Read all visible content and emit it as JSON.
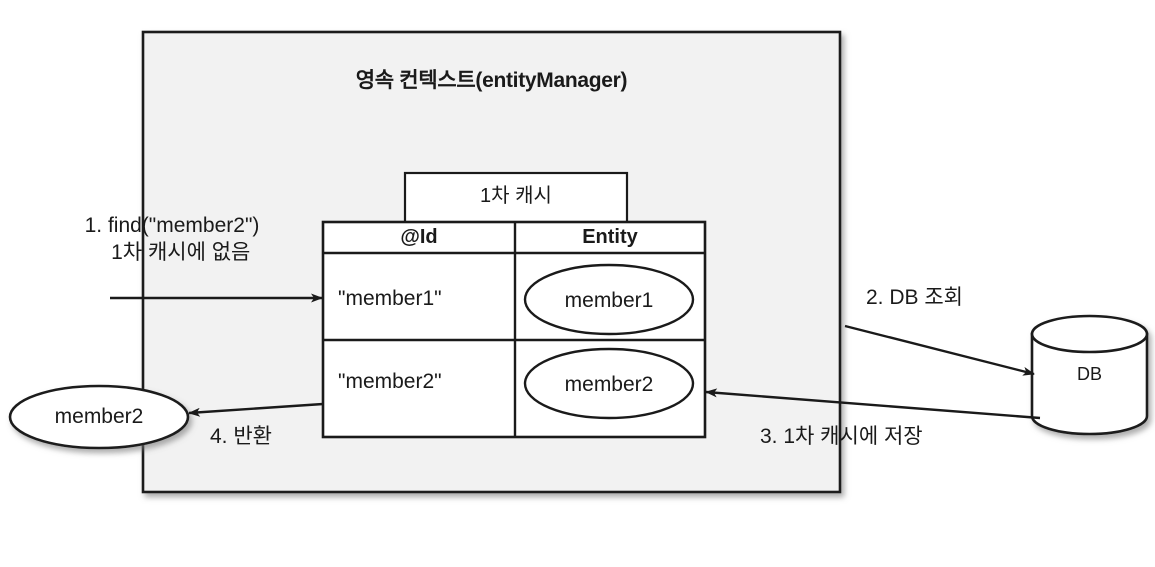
{
  "diagram": {
    "title": "영속 컨텍스트(entityManager)",
    "cache_tab": {
      "label": "1차 캐시"
    },
    "table": {
      "columns": [
        "@Id",
        "Entity"
      ],
      "rows": [
        {
          "id": "\"member1\"",
          "entity": "member1"
        },
        {
          "id": "\"member2\"",
          "entity": "member2"
        }
      ]
    },
    "database": {
      "label": "DB"
    },
    "returned_entity": {
      "label": "member2"
    },
    "steps": [
      {
        "number": "1",
        "text": "1. find(\"member2\")\n   1차 캐시에 없음"
      },
      {
        "number": "2",
        "text": "2. DB 조회"
      },
      {
        "number": "3",
        "text": "3. 1차 캐시에 저장"
      },
      {
        "number": "4",
        "text": "4. 반환"
      }
    ],
    "colors": {
      "context_fill": "#f2f2f2",
      "stroke": "#1a1a1a",
      "shape_fill": "#ffffff",
      "text": "#1a1a1a"
    }
  }
}
